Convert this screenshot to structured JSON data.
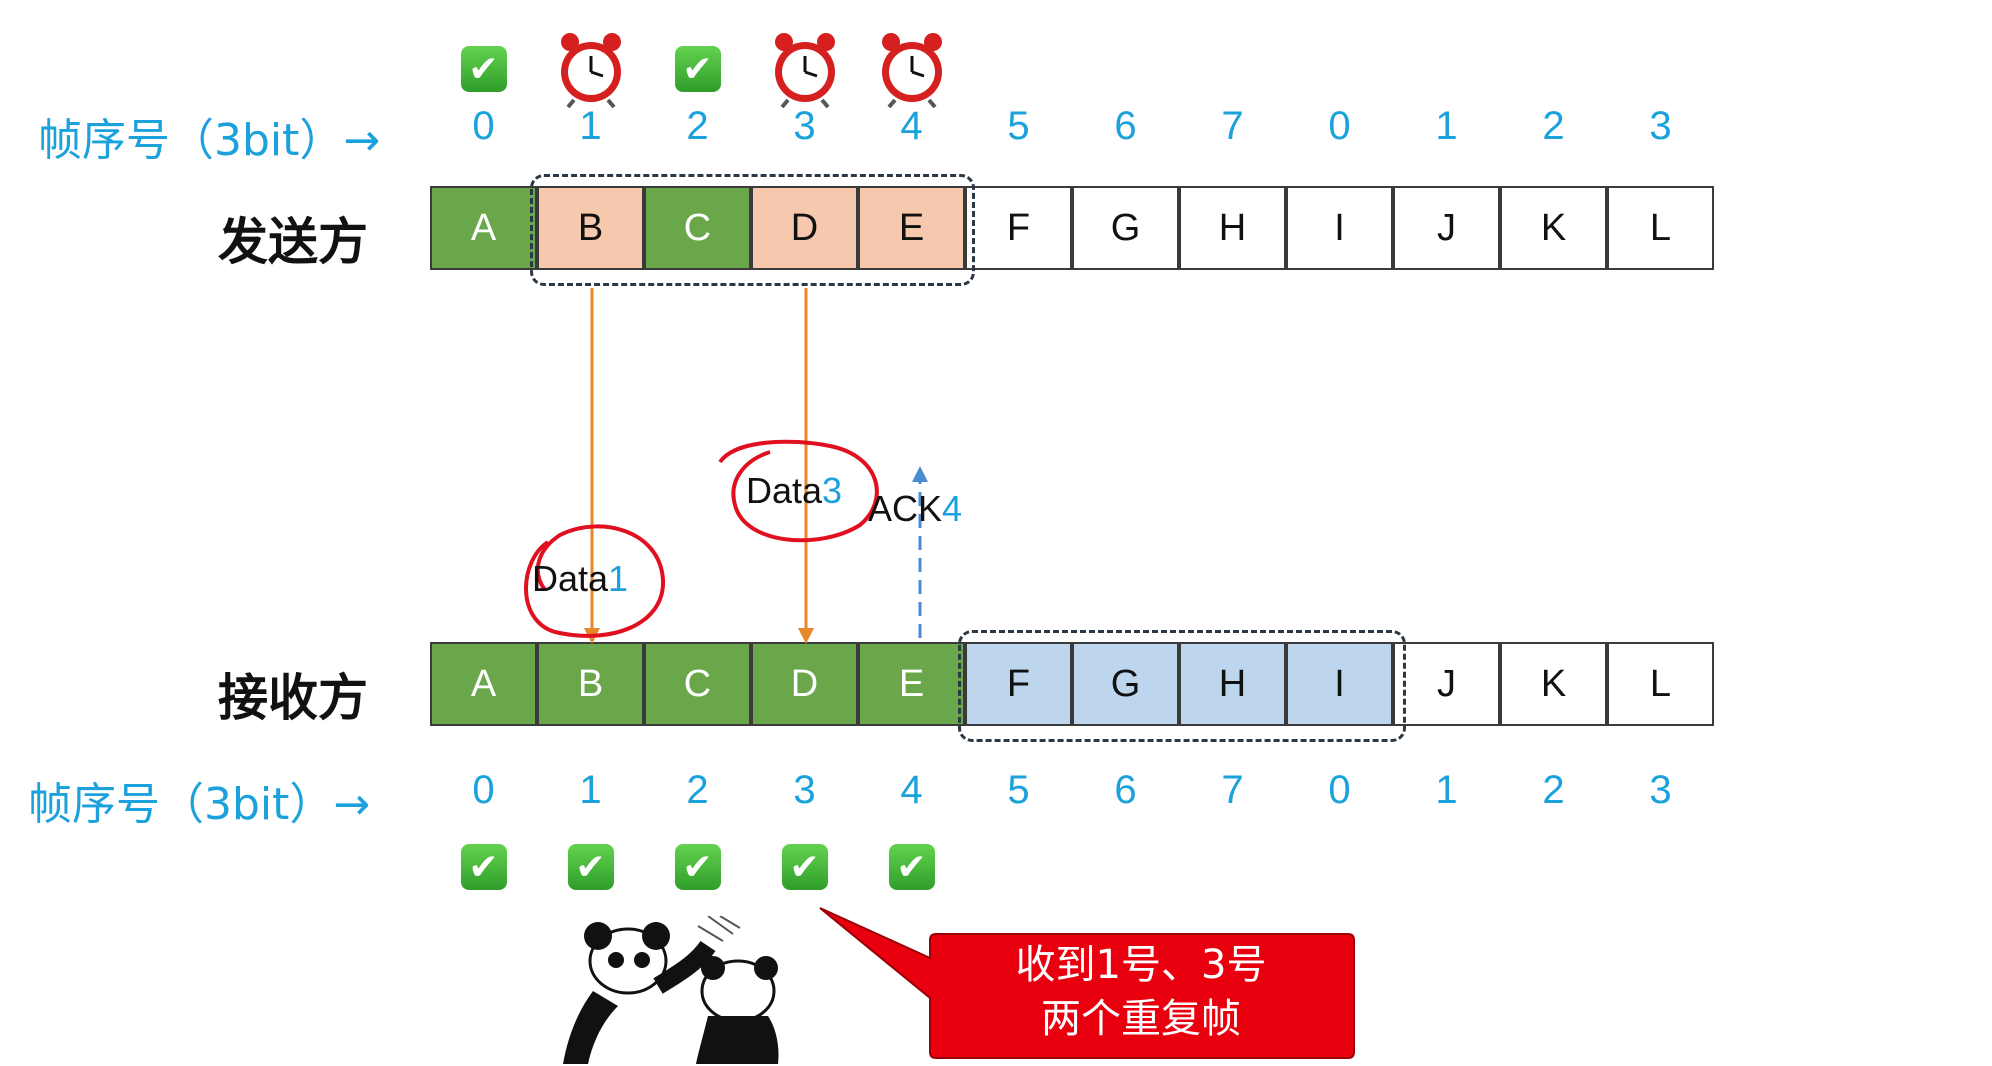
{
  "sequence_label": "帧序号（3bit）→",
  "sequence_numbers": [
    "0",
    "1",
    "2",
    "3",
    "4",
    "5",
    "6",
    "7",
    "0",
    "1",
    "2",
    "3"
  ],
  "sender": {
    "label": "发送方",
    "frames": [
      "A",
      "B",
      "C",
      "D",
      "E",
      "F",
      "G",
      "H",
      "I",
      "J",
      "K",
      "L"
    ],
    "frame_states": [
      "acked",
      "pending",
      "acked",
      "pending",
      "pending",
      "empty",
      "empty",
      "empty",
      "empty",
      "empty",
      "empty",
      "empty"
    ],
    "marks": [
      "check-icon",
      "alarm-clock-icon",
      "check-icon",
      "alarm-clock-icon",
      "alarm-clock-icon"
    ]
  },
  "receiver": {
    "label": "接收方",
    "frames": [
      "A",
      "B",
      "C",
      "D",
      "E",
      "F",
      "G",
      "H",
      "I",
      "J",
      "K",
      "L"
    ],
    "frame_states": [
      "acked",
      "acked",
      "acked",
      "acked",
      "acked",
      "window",
      "window",
      "window",
      "window",
      "empty",
      "empty",
      "empty"
    ],
    "marks": [
      "check-icon",
      "check-icon",
      "check-icon",
      "check-icon",
      "check-icon"
    ]
  },
  "transmissions": [
    {
      "prefix": "Data",
      "num": "1"
    },
    {
      "prefix": "Data",
      "num": "3"
    },
    {
      "prefix": "ACK",
      "num": "4"
    }
  ],
  "callout": {
    "line1": "收到1号、3号",
    "line2": "两个重复帧"
  },
  "colors": {
    "acked": "#6aa64a",
    "pending": "#f6c8ae",
    "window": "#bdd6ee",
    "accent": "#1ba1dc",
    "callout": "#e8000e",
    "data_arrow": "#e8862a",
    "ack_arrow": "#4a8cd0",
    "circle": "#e01020"
  }
}
